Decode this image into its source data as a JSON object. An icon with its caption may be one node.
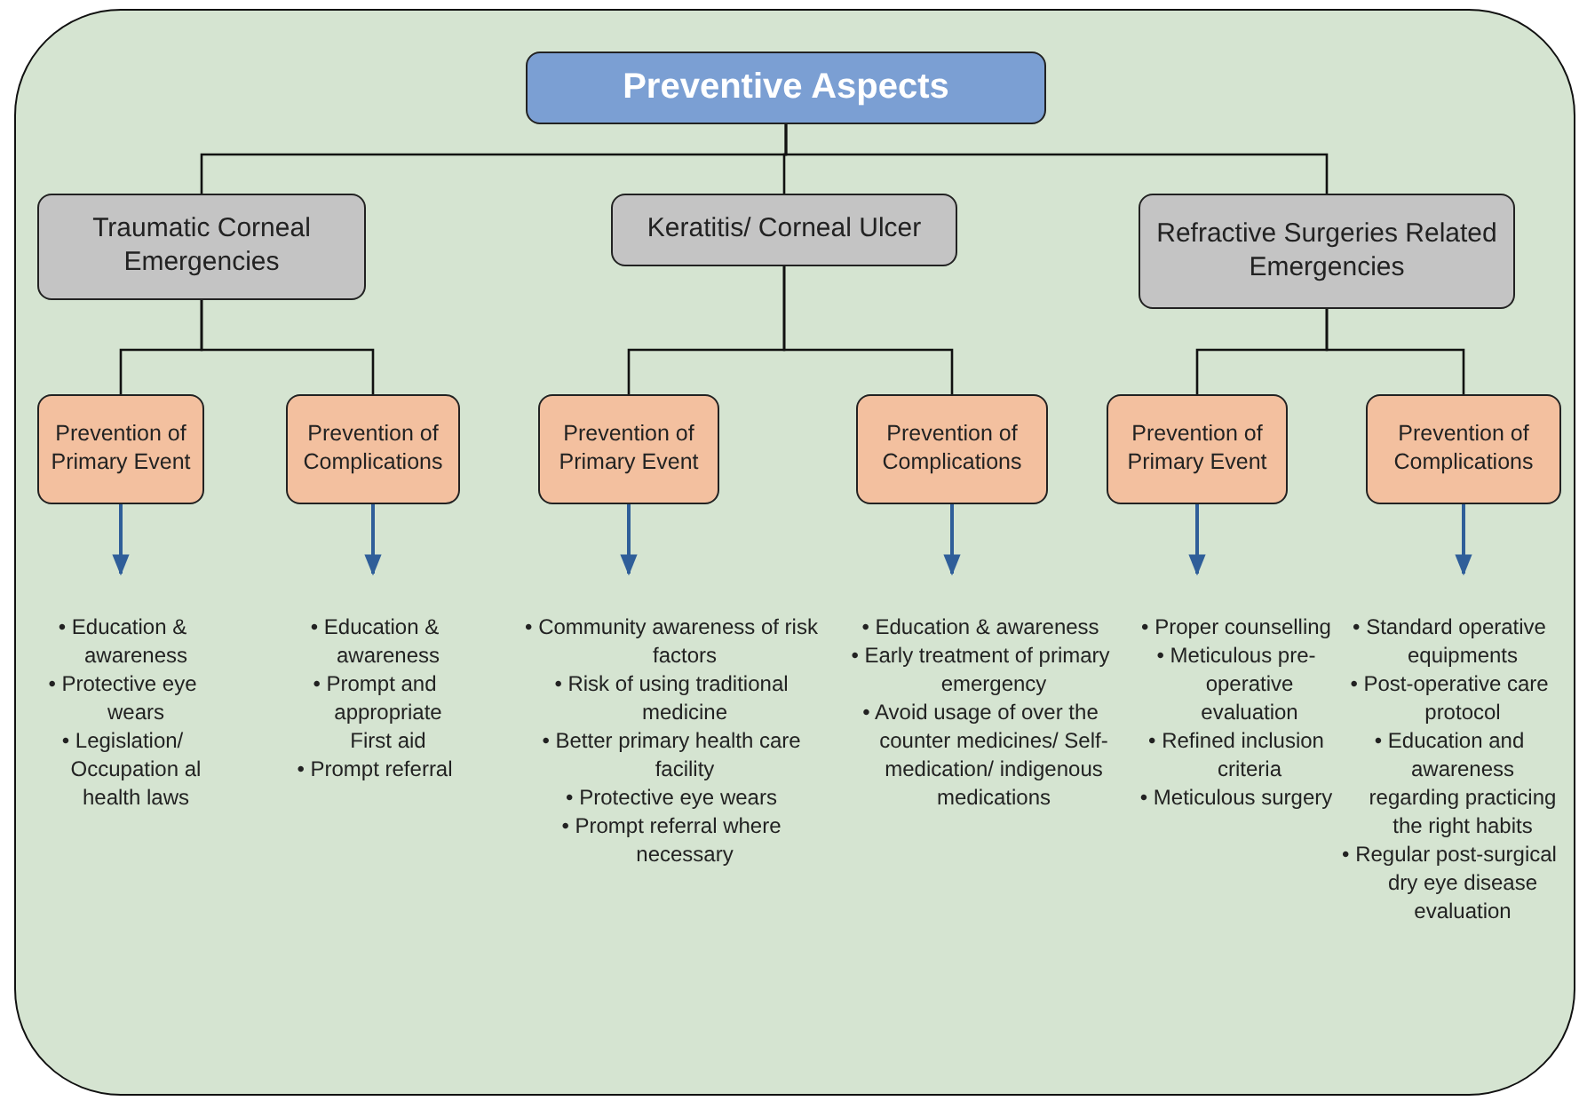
{
  "diagram": {
    "nodes": [
      {
        "text": [],
        "shape": "box"
      },
      {
        "text": [
          "Preventive Aspects"
        ],
        "in": 0
      },
      {
        "text": [
          "Traumatic Corneal Emergencies"
        ],
        "in": 0
      },
      {
        "text": [
          "Keratitis/ Corneal Ulcer"
        ],
        "in": 0
      },
      {
        "text": [
          "Refractive Surgeries Related Emergencies"
        ],
        "in": 0
      },
      {
        "text": [
          "Prevention of Primary Event"
        ],
        "in": 0
      },
      {
        "text": [
          "Prevention of Complications"
        ],
        "in": 0
      },
      {
        "text": [
          "Prevention of Primary Event"
        ],
        "in": 0
      },
      {
        "text": [
          "Prevention of Complications"
        ],
        "in": 0
      },
      {
        "text": [
          "Prevention of Primary Event"
        ],
        "in": 0
      },
      {
        "text": [
          "Prevention of Complications"
        ],
        "in": 0
      },
      {
        "text": [
          "• Education & awareness",
          "• Protective eye wears",
          "• Legislation/ Occupation al health laws"
        ],
        "in": 0
      },
      {
        "text": [
          "• Education & awareness",
          "• Prompt and appropriate First aid",
          "• Prompt referral"
        ],
        "in": 0
      },
      {
        "text": [
          "• Community awareness of risk factors",
          "• Risk of using traditional medicine",
          "• Better primary health care facility",
          "• Protective eye wears",
          "• Prompt referral where necessary"
        ],
        "in": 0
      },
      {
        "text": [
          "• Education & awareness",
          "• Early treatment of primary emergency",
          "• Avoid usage of over the counter medicines/ Self-medication/ indigenous medications"
        ],
        "in": 0
      },
      {
        "text": [
          "• Proper counselling",
          "• Meticulous pre-operative evaluation",
          "• Refined inclusion criteria",
          "• Meticulous surgery"
        ],
        "in": 0
      },
      {
        "text": [
          "• Standard operative equipments",
          "• Post-operative care protocol",
          "• Education and awareness regarding practicing the right habits",
          "• Regular post-surgical dry eye disease evaluation"
        ],
        "in": 0
      }
    ],
    "edges": [
      {
        "from": 1,
        "to": 2,
        "arrow": "none"
      },
      {
        "from": 1,
        "to": 3,
        "arrow": "none"
      },
      {
        "from": 1,
        "to": 4,
        "arrow": "none"
      },
      {
        "from": 2,
        "to": 5,
        "arrow": "none"
      },
      {
        "from": 2,
        "to": 6,
        "arrow": "none"
      },
      {
        "from": 3,
        "to": 7,
        "arrow": "none"
      },
      {
        "from": 3,
        "to": 8,
        "arrow": "none"
      },
      {
        "from": 4,
        "to": 9,
        "arrow": "none"
      },
      {
        "from": 4,
        "to": 10,
        "arrow": "none"
      },
      {
        "from": 5,
        "to": 11,
        "arrow": "to",
        "color": "#2f5e99"
      },
      {
        "from": 6,
        "to": 12,
        "arrow": "to",
        "color": "#2f5e99"
      },
      {
        "from": 7,
        "to": 13,
        "arrow": "to",
        "color": "#2f5e99"
      },
      {
        "from": 8,
        "to": 14,
        "arrow": "to",
        "color": "#2f5e99"
      },
      {
        "from": 9,
        "to": 15,
        "arrow": "to",
        "color": "#2f5e99"
      },
      {
        "from": 10,
        "to": 16,
        "arrow": "to",
        "color": "#2f5e99"
      }
    ]
  }
}
